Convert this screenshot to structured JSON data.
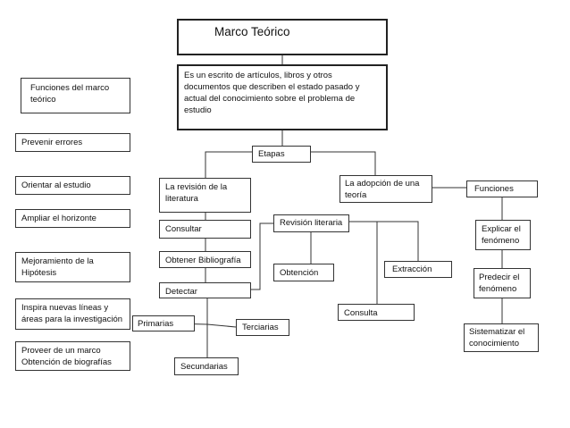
{
  "diagram": {
    "title": "Marco Teórico",
    "definition": "Es un escrito de artículos, libros y otros documentos que describen el estado pasado y actual del conocimiento sobre el problema de estudio",
    "funciones_marco": {
      "heading": "Funciones del marco teórico",
      "items": [
        "Prevenir errores",
        "Orientar al estudio",
        "Ampliar el horizonte",
        "Mejoramiento de la Hipótesis",
        "Inspira nuevas líneas y áreas para la investigación",
        "Proveer de un marco Obtención de biografías"
      ]
    },
    "etapas": "Etapas",
    "revision": {
      "label": "La revisión de la literatura",
      "steps": [
        "Consultar",
        "Obtener Bibliografía",
        "Detectar"
      ],
      "sources": [
        "Primarias",
        "Terciarias",
        "Secundarias"
      ]
    },
    "adopcion": "La adopción de una teoría",
    "revision_literaria": {
      "label": "Revisión literaria",
      "children": [
        "Obtención",
        "Extracción",
        "Consulta"
      ]
    },
    "funciones": {
      "label": "Funciones",
      "items": [
        "Explicar el fenómeno",
        "Predecir el fenómeno",
        "Sistematizar el conocimiento"
      ]
    }
  }
}
